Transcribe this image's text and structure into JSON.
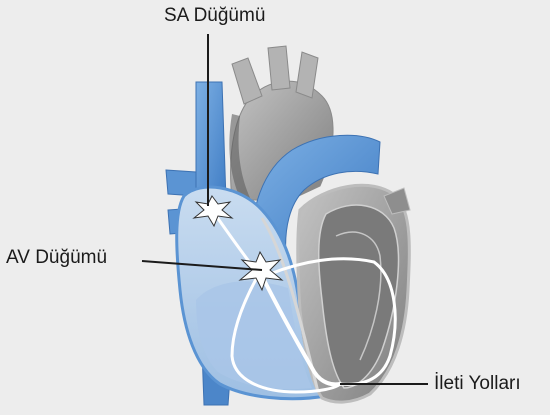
{
  "labels": {
    "sa_node": "SA Düğümü",
    "av_node": "AV Düğümü",
    "conduction": "İleti Yolları"
  },
  "colors": {
    "background": "#ededed",
    "vessel_blue": "#5b94d3",
    "light_blue": "#b7cfe9",
    "heart_gray": "#9a9a9a",
    "dark_gray": "#6b6b6b",
    "pathway": "#ffffff"
  }
}
